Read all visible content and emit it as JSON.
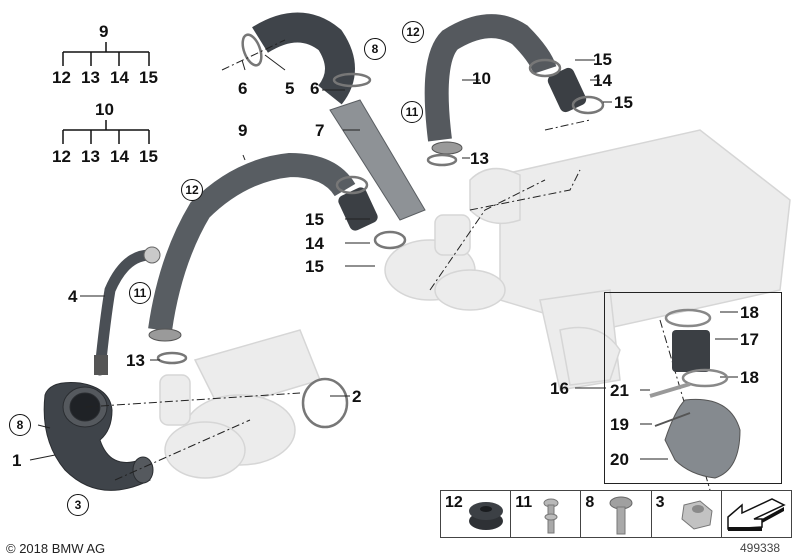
{
  "diagram": {
    "title": "Charge air duct / intercooler hoses (BMW parts diagram)",
    "colors": {
      "hose": "#4a4f55",
      "ghost_parts": "#e2e2e2",
      "label": "#111111",
      "leader": "#222222"
    }
  },
  "kit_trees": [
    {
      "parent": "9",
      "children": [
        "12",
        "13",
        "14",
        "15"
      ]
    },
    {
      "parent": "10",
      "children": [
        "12",
        "13",
        "14",
        "15"
      ]
    }
  ],
  "labels": {
    "l1": "1",
    "l2": "2",
    "l3": "3",
    "l4": "4",
    "l5": "5",
    "l6a": "6",
    "l6b": "6",
    "l7": "7",
    "l8a": "8",
    "l8b": "8",
    "l9": "9",
    "l10": "10",
    "l11a": "11",
    "l11b": "11",
    "l12a": "12",
    "l12b": "12",
    "l13a": "13",
    "l13b": "13",
    "l14a": "14",
    "l14b": "14",
    "l15a": "15",
    "l15b": "15",
    "l15c": "15",
    "l15d": "15",
    "l16": "16",
    "l17": "17",
    "l18a": "18",
    "l18b": "18",
    "l19": "19",
    "l20": "20",
    "l21": "21"
  },
  "hardware_table": [
    {
      "number": "12",
      "part": "grommet"
    },
    {
      "number": "11",
      "part": "screw-with-washer"
    },
    {
      "number": "8",
      "part": "hex-bolt"
    },
    {
      "number": "3",
      "part": "hex-nut"
    },
    {
      "number": "",
      "part": "direction-arrow"
    }
  ],
  "footer": {
    "copyright": "© 2018 BMW AG",
    "diagram_number": "499338"
  }
}
